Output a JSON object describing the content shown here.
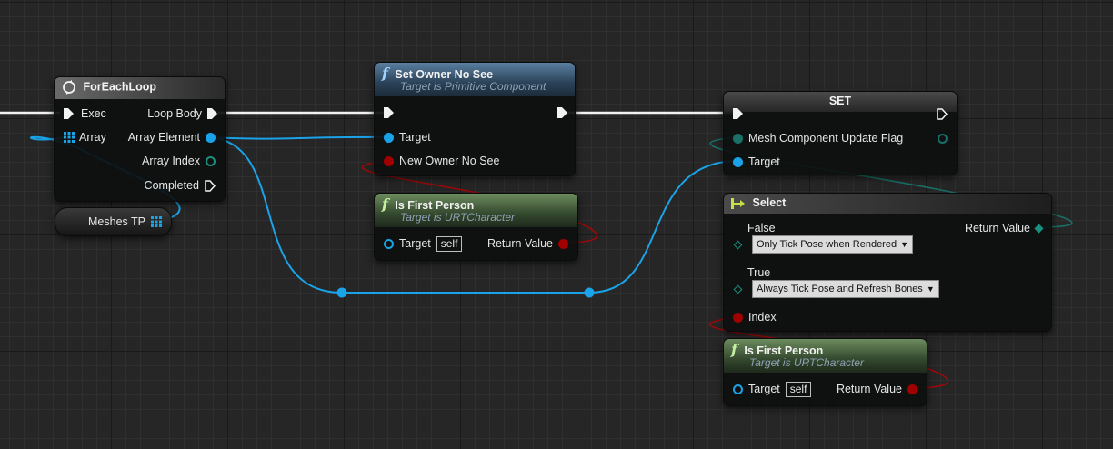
{
  "nodes": {
    "foreach": {
      "title": "ForEachLoop",
      "pins": {
        "exec": "Exec",
        "loop_body": "Loop Body",
        "array": "Array",
        "array_element": "Array Element",
        "array_index": "Array Index",
        "completed": "Completed"
      }
    },
    "meshes_var": {
      "label": "Meshes TP"
    },
    "set_owner": {
      "title": "Set Owner No See",
      "subtitle": "Target is Primitive Component",
      "pins": {
        "target": "Target",
        "new_owner_no_see": "New Owner No See"
      }
    },
    "is_first_person_1": {
      "title": "Is First Person",
      "subtitle": "Target is URTCharacter",
      "pins": {
        "target": "Target",
        "self": "self",
        "return_value": "Return Value"
      }
    },
    "set": {
      "title": "SET",
      "pins": {
        "mesh_flag": "Mesh Component Update Flag",
        "target": "Target"
      }
    },
    "select": {
      "title": "Select",
      "pins": {
        "false": "False",
        "false_value": "Only Tick Pose when Rendered",
        "true": "True",
        "true_value": "Always Tick Pose and Refresh Bones",
        "index": "Index",
        "return_value": "Return Value"
      }
    },
    "is_first_person_2": {
      "title": "Is First Person",
      "subtitle": "Target is URTCharacter",
      "pins": {
        "target": "Target",
        "self": "self",
        "return_value": "Return Value"
      }
    }
  },
  "icons": {
    "function": "f",
    "loop": "loop-icon",
    "array": "array-grid-icon",
    "select": "select-icon"
  },
  "colors": {
    "exec": "#f2f2f2",
    "object": "#1aa3e8",
    "bool": "#a00000",
    "enum": "#1a6f66",
    "macro_header": "#5a5a5a",
    "function_header": "#3d5a72",
    "pure_header": "#4e6a46",
    "set_header": "#3a3a3a"
  }
}
